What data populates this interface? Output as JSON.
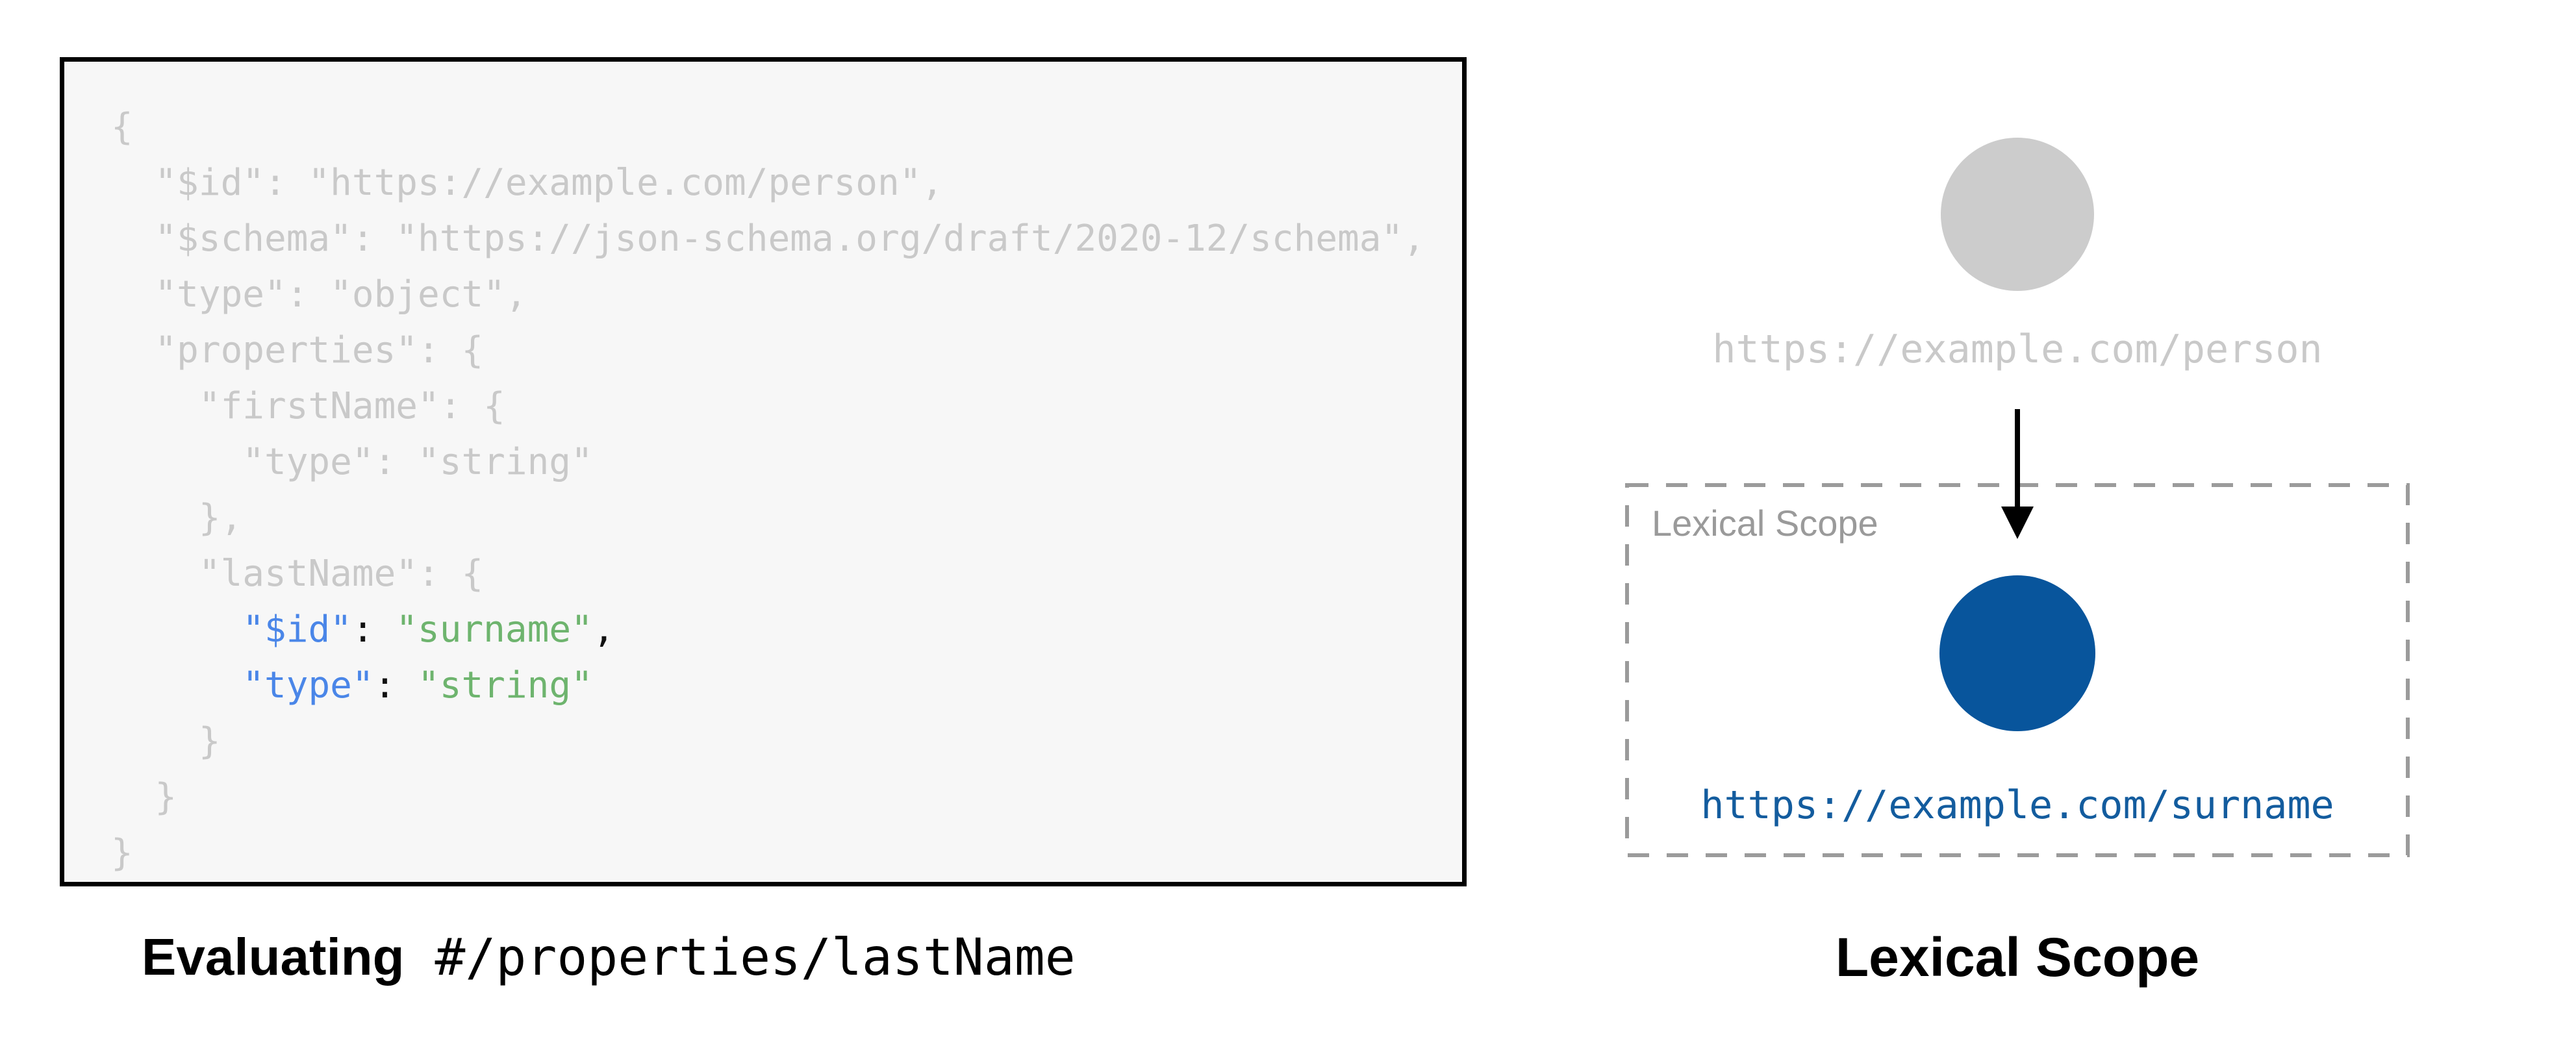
{
  "code_panel": {
    "language": "json",
    "lines": [
      [
        {
          "t": "{",
          "c": "dim"
        }
      ],
      [
        {
          "t": "  \"$id\": \"https://example.com/person\",",
          "c": "dim"
        }
      ],
      [
        {
          "t": "  \"$schema\": \"https://json-schema.org/draft/2020-12/schema\",",
          "c": "dim"
        }
      ],
      [
        {
          "t": "  \"type\": \"object\",",
          "c": "dim"
        }
      ],
      [
        {
          "t": "  \"properties\": {",
          "c": "dim"
        }
      ],
      [
        {
          "t": "    \"firstName\": {",
          "c": "dim"
        }
      ],
      [
        {
          "t": "      \"type\": \"string\"",
          "c": "dim"
        }
      ],
      [
        {
          "t": "    },",
          "c": "dim"
        }
      ],
      [
        {
          "t": "    \"lastName\": {",
          "c": "dim"
        }
      ],
      [
        {
          "t": "      ",
          "c": "dim"
        },
        {
          "t": "\"$id\"",
          "c": "key"
        },
        {
          "t": ": ",
          "c": "punct"
        },
        {
          "t": "\"surname\"",
          "c": "str"
        },
        {
          "t": ",",
          "c": "punct"
        }
      ],
      [
        {
          "t": "      ",
          "c": "dim"
        },
        {
          "t": "\"type\"",
          "c": "key"
        },
        {
          "t": ": ",
          "c": "punct"
        },
        {
          "t": "\"string\"",
          "c": "str"
        }
      ],
      [
        {
          "t": "    }",
          "c": "dim"
        }
      ],
      [
        {
          "t": "  }",
          "c": "dim"
        }
      ],
      [
        {
          "t": "}",
          "c": "dim"
        }
      ]
    ],
    "colors": {
      "dimmed_code": "#c9c9c9",
      "key": "#4a86e8",
      "string": "#6eb46e",
      "punctuation": "#111111",
      "background": "#f7f7f7",
      "border": "#000000"
    }
  },
  "captions": {
    "left_bold": "Evaluating",
    "left_mono": " #/properties/lastName",
    "right": "Lexical Scope"
  },
  "diagram": {
    "parent_url": "https://example.com/person",
    "scope_box_label": "Lexical Scope",
    "child_url": "https://example.com/surname",
    "colors": {
      "parent_circle": "#cccccc",
      "parent_url_text": "#c9c9c9",
      "child_circle": "#08559c",
      "child_url_text": "#135c9e",
      "scope_border": "#9b9b9b",
      "scope_label": "#9a9a9a",
      "arrow": "#000000"
    }
  }
}
